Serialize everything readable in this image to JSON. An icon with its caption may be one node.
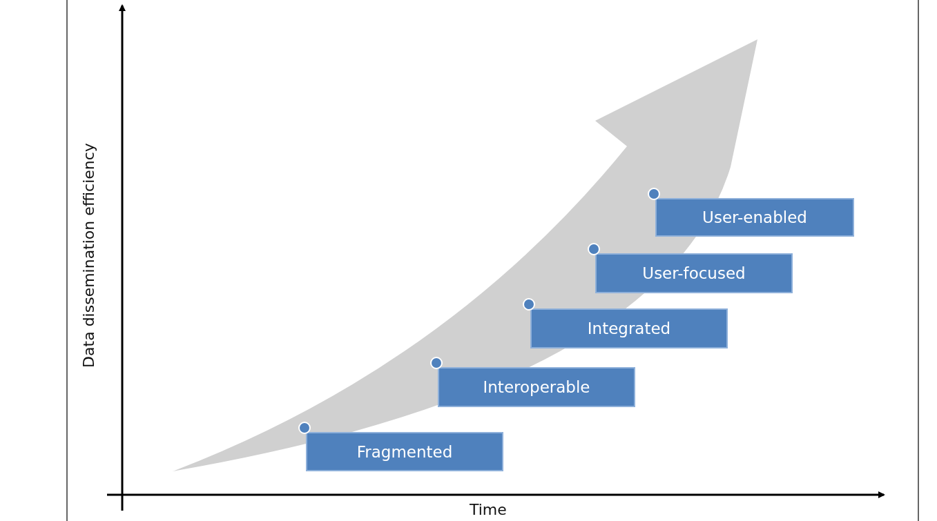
{
  "diagram": {
    "nodes": [
      {
        "text": [
          "Fragmented"
        ]
      },
      {
        "text": [
          "Interoperable"
        ]
      },
      {
        "text": [
          "Integrated"
        ]
      },
      {
        "text": [
          "User-focused"
        ]
      },
      {
        "text": [
          "User-enabled"
        ]
      }
    ],
    "labels": [
      "Data dissemination efficiency",
      "Time"
    ]
  }
}
